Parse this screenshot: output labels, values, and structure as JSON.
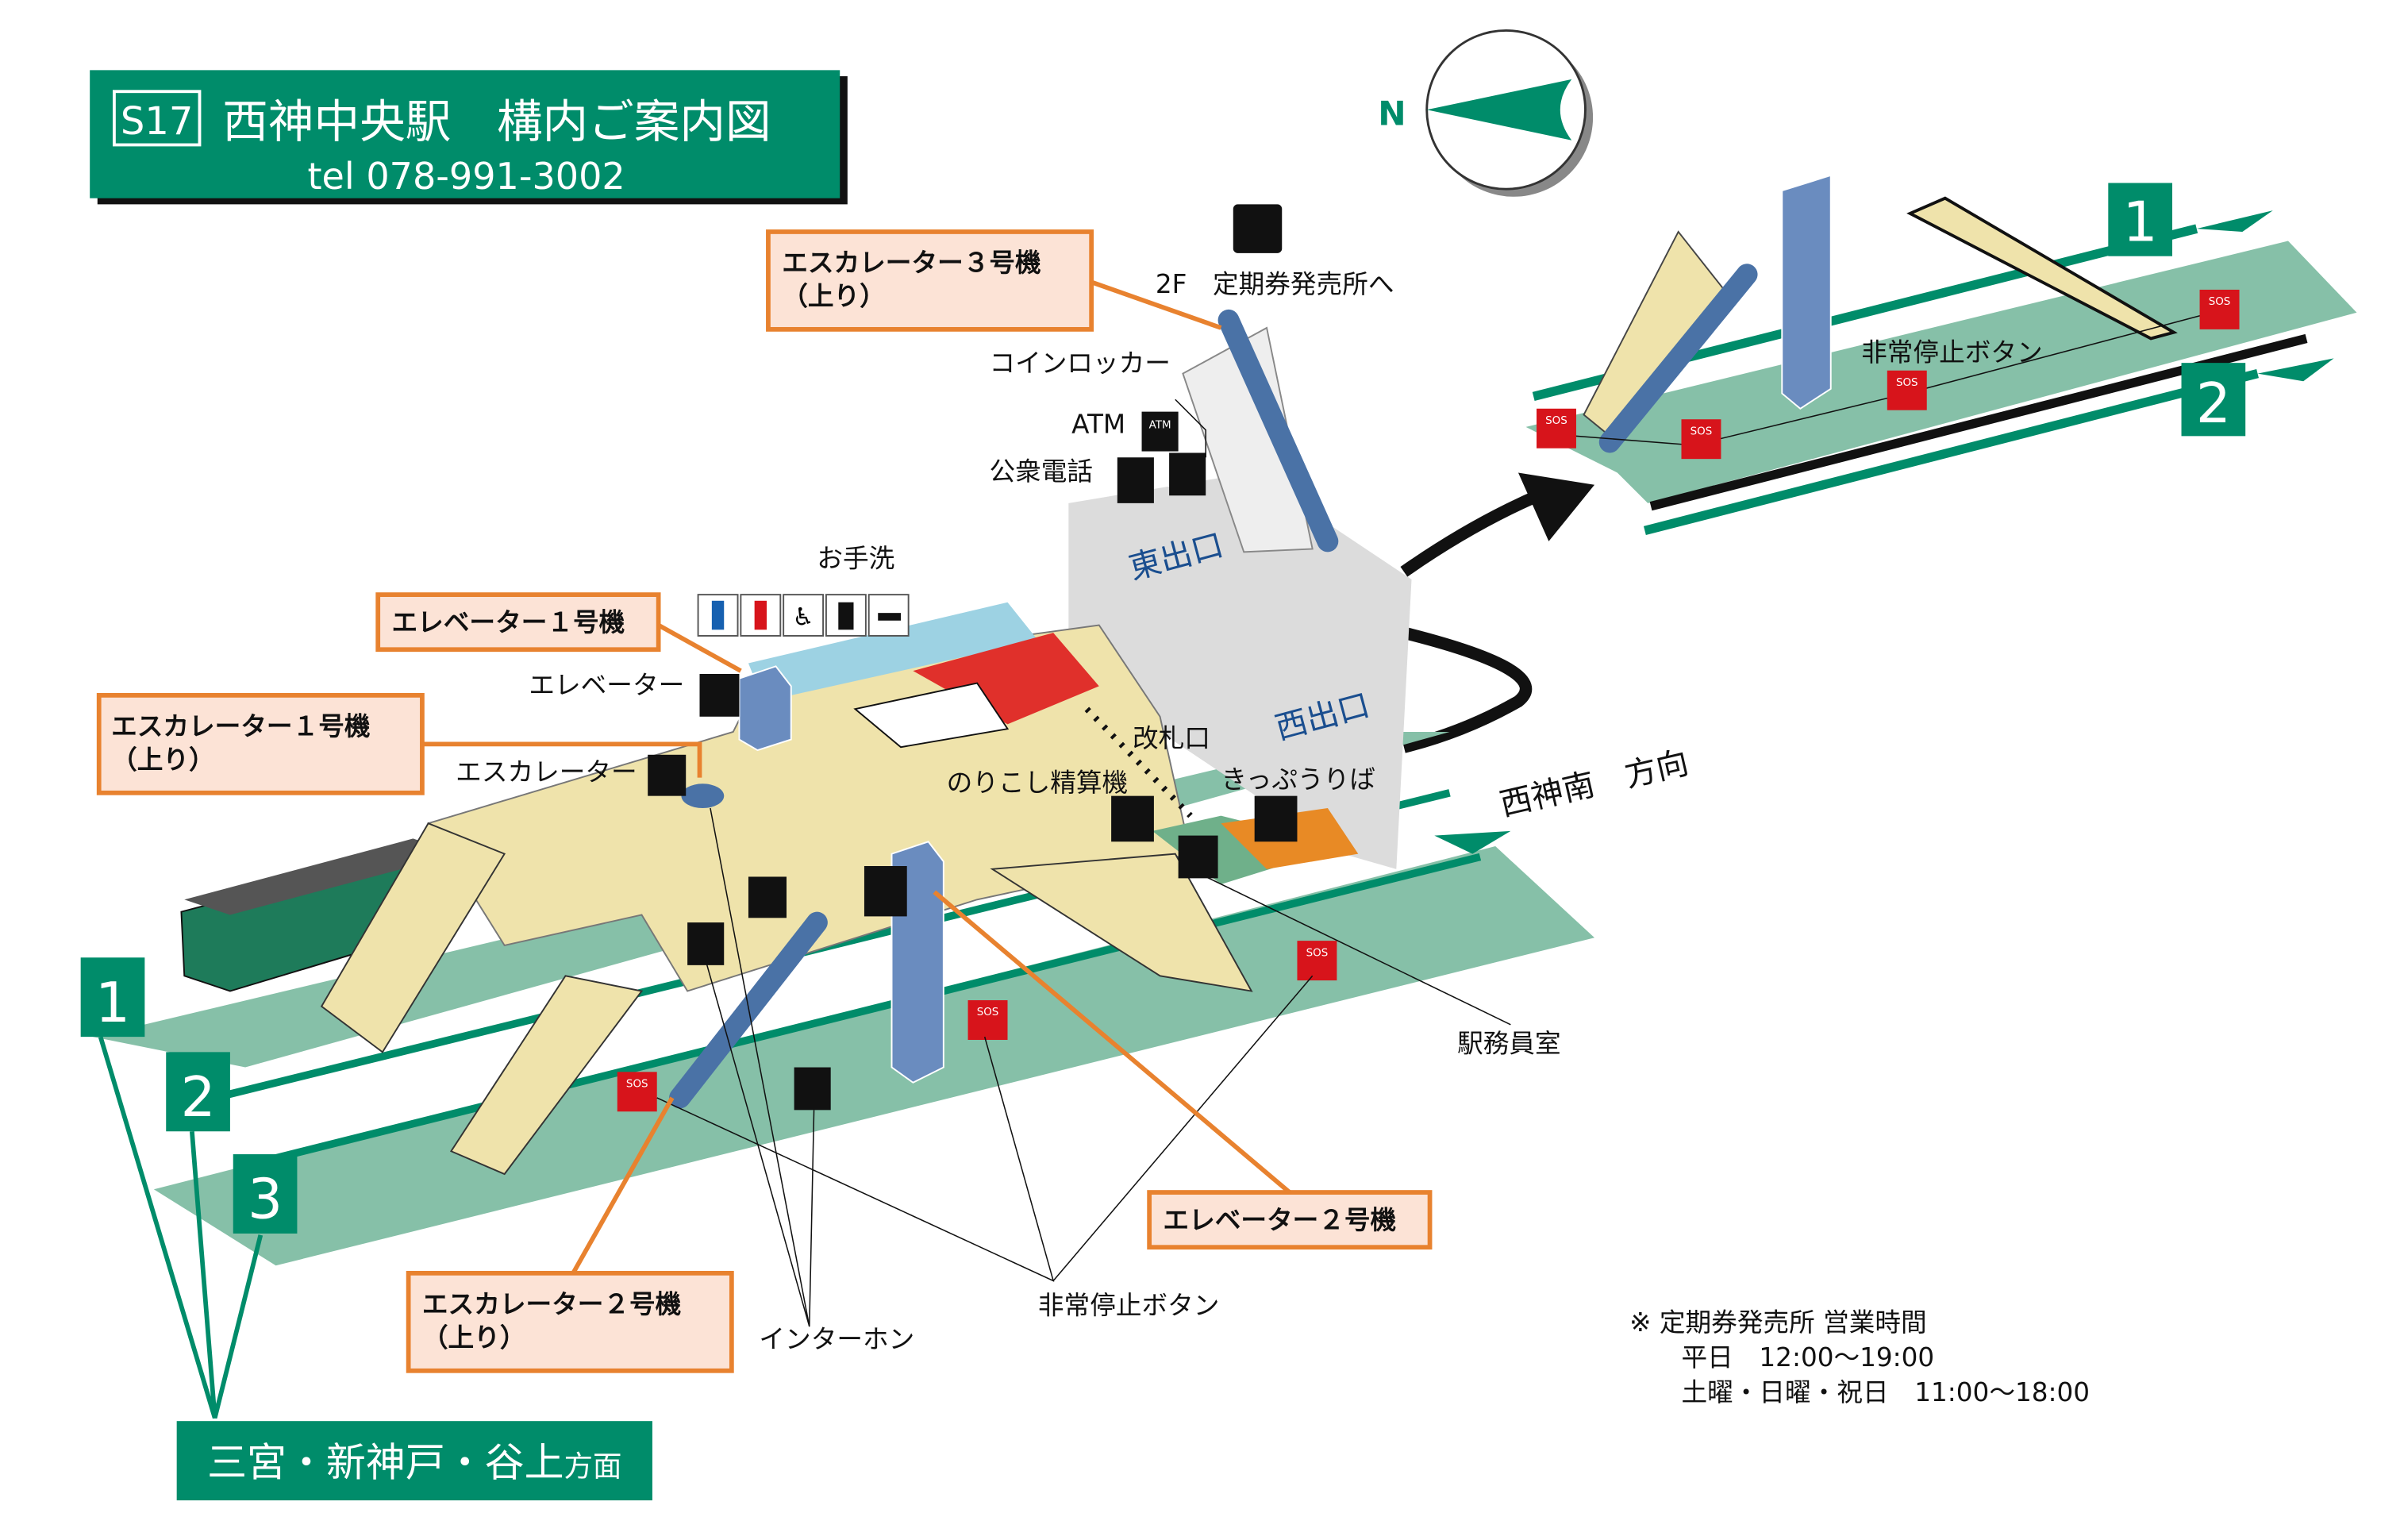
{
  "header": {
    "station_code": "S17",
    "title": "西神中央駅　構内ご案内図",
    "tel": "tel 078-991-3002"
  },
  "compass": {
    "label": "N"
  },
  "callouts": {
    "escalator3": [
      "エスカレーター３号機",
      "（上り）"
    ],
    "elevator1": "エレベーター１号機",
    "escalator1": [
      "エスカレーター１号機",
      "（上り）"
    ],
    "escalator2": [
      "エスカレーター２号機",
      "（上り）"
    ],
    "elevator2": "エレベーター２号機"
  },
  "labels": {
    "teiki_2f": "2F　定期券発売所へ",
    "coin_locker": "コインロッカー",
    "atm": "ATM",
    "public_phone": "公衆電話",
    "toilet": "お手洗",
    "elevator": "エレベーター",
    "escalator": "エスカレーター",
    "east_exit": "東出口",
    "west_exit": "西出口",
    "ticket_gate": "改札口",
    "fare_adjust": "のりこし精算機",
    "ticket_sales": "きっぷうりば",
    "station_office": "駅務員室",
    "emergency_upper": "非常停止ボタン",
    "emergency_lower": "非常停止ボタン",
    "intercom": "インターホン",
    "seishin_minami": "西神南　方向",
    "sannomiya": "三宮・新神戸・谷上",
    "sannomiya_suffix": "方面",
    "sos": "SOS",
    "atm_icon": "ATM"
  },
  "platforms": {
    "upper": [
      "1",
      "2"
    ],
    "lower": [
      "1",
      "2",
      "3"
    ]
  },
  "hours": {
    "title": "※ 定期券発売所 営業時間",
    "weekday": "平日　12:00〜19:00",
    "weekend": "土曜・日曜・祝日　11:00〜18:00"
  },
  "colors": {
    "green": "#008c6a",
    "platform": "#86c0a8",
    "concourse": "#efe3ab",
    "gray_area": "#dcdcdc",
    "escalator_blue": "#4a72a6",
    "elevator_blue": "#6a8cbf",
    "callout_border": "#e8822f",
    "callout_fill": "#fce3d6",
    "sos_red": "#d7141b",
    "exit_text": "#1a4e8f"
  }
}
